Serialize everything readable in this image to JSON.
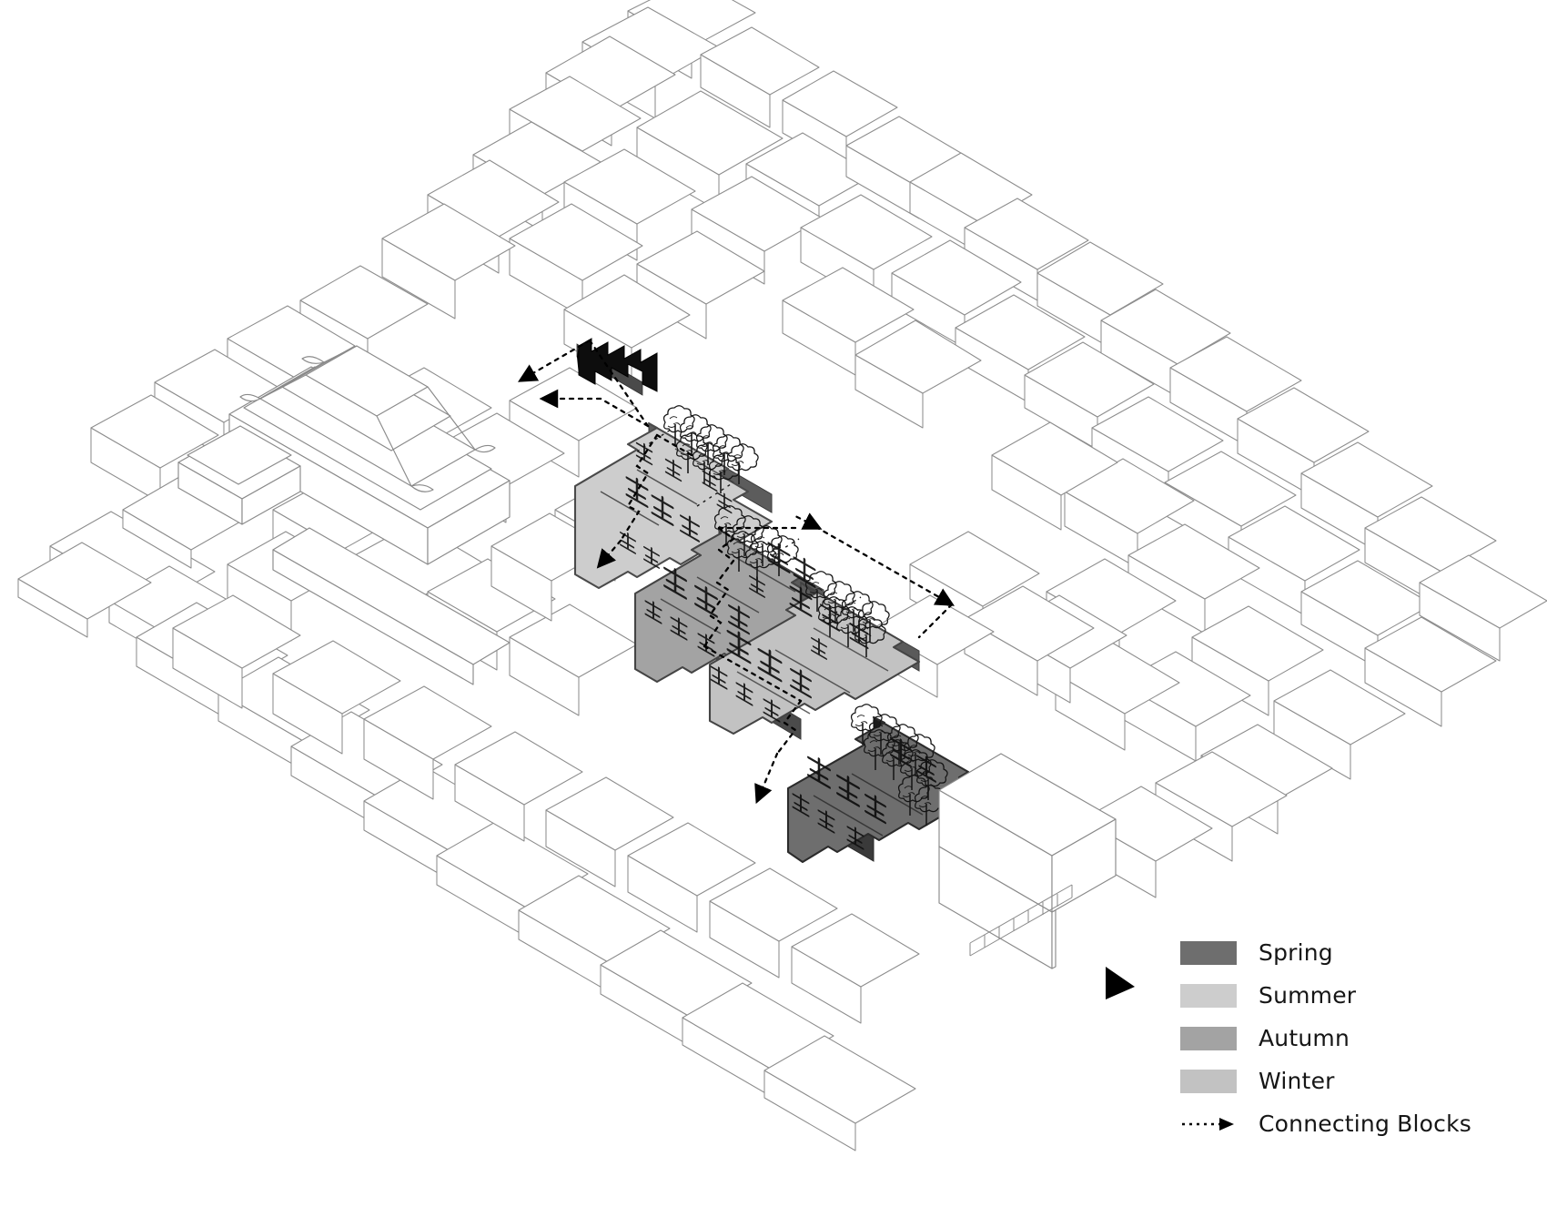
{
  "figure": {
    "type": "architectural-axonometric",
    "background_color": "#ffffff",
    "line_color": "#8a8a8a",
    "accent_color": "#000000"
  },
  "legend": {
    "items": [
      {
        "label": "Spring",
        "swatch_color": "#6e6e6e",
        "swatch_type": "block"
      },
      {
        "label": "Summer",
        "swatch_color": "#cdcdcd",
        "swatch_type": "block"
      },
      {
        "label": "Autumn",
        "swatch_color": "#a3a3a3",
        "swatch_type": "block"
      },
      {
        "label": "Winter",
        "swatch_color": "#c2c2c2",
        "swatch_type": "block"
      },
      {
        "label": "Connecting Blocks",
        "swatch_color": "#000000",
        "swatch_type": "dotted-arrow"
      }
    ]
  },
  "site": {
    "courtyard_blocks": [
      {
        "season": "Summer",
        "fill": "#cdcdcd",
        "edge": "#5a5a5a",
        "position": "upper-left"
      },
      {
        "season": "Autumn",
        "fill": "#a3a3a3",
        "edge": "#4f4f4f",
        "position": "center-left"
      },
      {
        "season": "Winter",
        "fill": "#c2c2c2",
        "edge": "#5a5a5a",
        "position": "center-right"
      },
      {
        "season": "Spring",
        "fill": "#6e6e6e",
        "edge": "#2a2a2a",
        "position": "lower-right"
      }
    ],
    "annotations": {
      "north_marker": "solid-black-triangle",
      "connector_path": "dotted-line-with-arrowheads",
      "highlight_wall": "black-stepped-wall"
    }
  }
}
